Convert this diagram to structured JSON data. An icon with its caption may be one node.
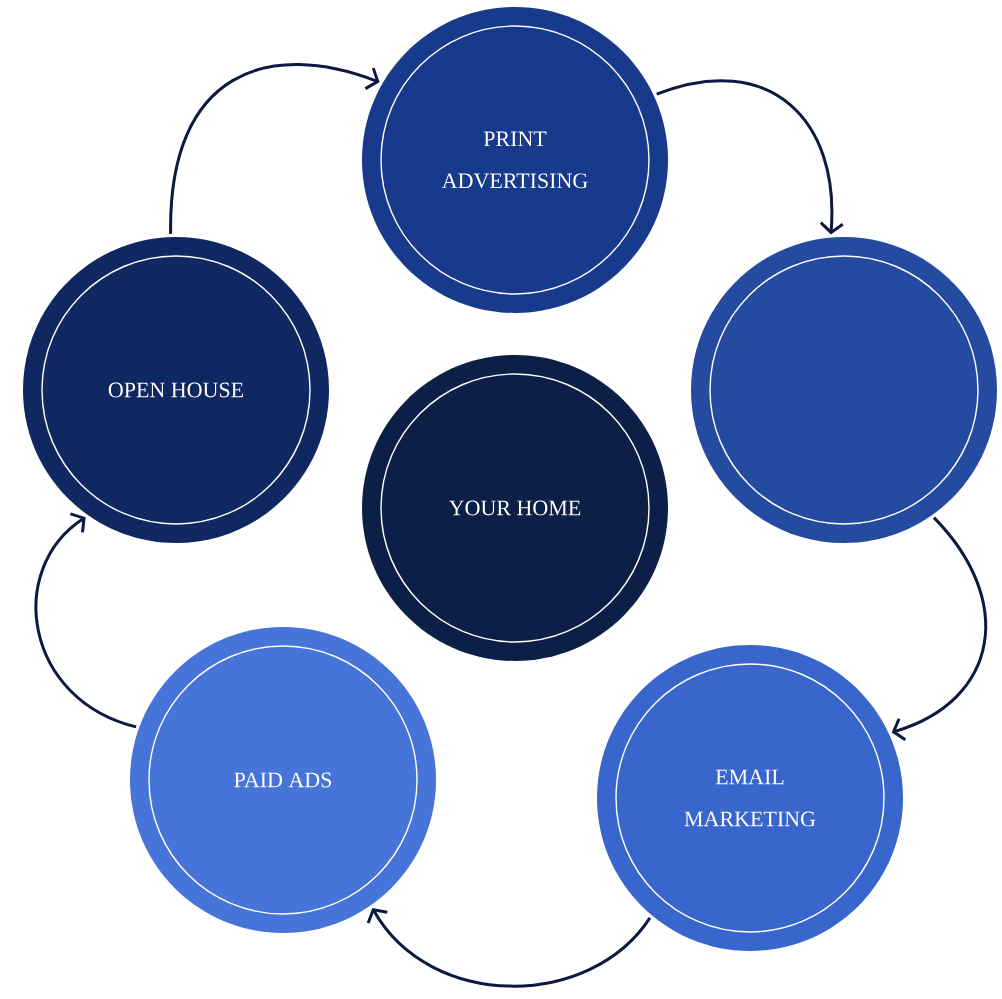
{
  "diagram": {
    "nodes": [
      {
        "text": [
          "PRINT ADVERTISING"
        ]
      },
      {
        "text": [],
        "shape": "circle"
      },
      {
        "text": [
          "EMAIL MARKETING"
        ]
      },
      {
        "text": [
          "PAID ADS"
        ]
      },
      {
        "text": [
          "OPEN HOUSE"
        ]
      },
      {
        "text": [
          "YOUR HOME"
        ]
      }
    ],
    "edges": [
      {
        "from": 4,
        "to": 0,
        "arrow": "to"
      },
      {
        "from": 0,
        "to": 1,
        "arrow": "to"
      },
      {
        "from": 1,
        "to": 2,
        "arrow": "to"
      },
      {
        "from": 2,
        "to": 3,
        "arrow": "to"
      },
      {
        "from": 3,
        "to": 4,
        "arrow": "to"
      }
    ]
  }
}
